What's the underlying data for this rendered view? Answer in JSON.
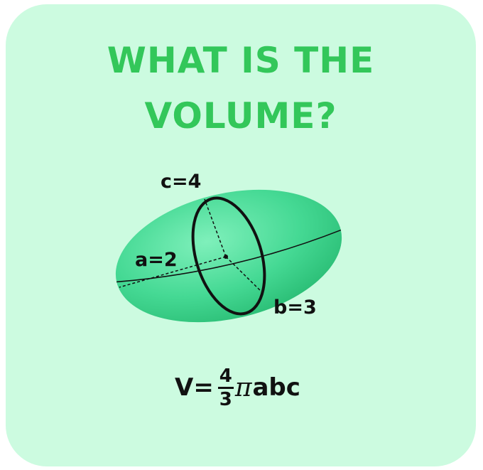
{
  "title": {
    "line1": "WHAT IS THE",
    "line2": "VOLUME?"
  },
  "diagram": {
    "label_a": "a=2",
    "label_b": "b=3",
    "label_c": "c=4"
  },
  "formula": {
    "lhs": "V=",
    "numerator": "4",
    "denominator": "3",
    "pi": "π",
    "rest": "abc"
  },
  "colors": {
    "background": "#ccfbe0",
    "title": "#33c75a",
    "ellipsoid": "#3fd68f",
    "text": "#111111"
  }
}
